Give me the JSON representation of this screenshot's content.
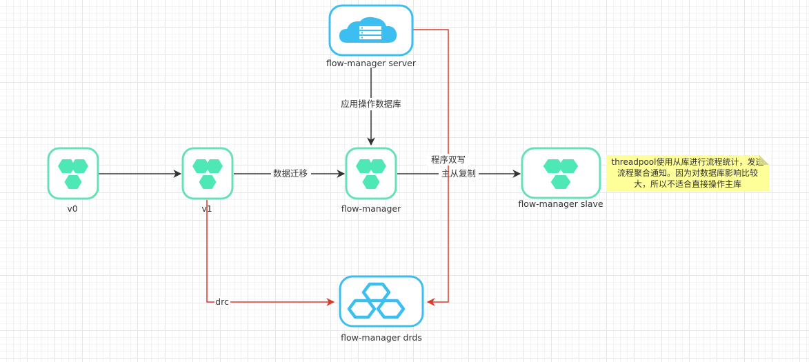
{
  "nodes": {
    "server": {
      "label": "flow-manager server"
    },
    "v0": {
      "label": "v0"
    },
    "v1": {
      "label": "v1"
    },
    "manager": {
      "label": "flow-manager"
    },
    "slave": {
      "label": "flow-manager slave"
    },
    "drds": {
      "label": "flow-manager drds"
    }
  },
  "edges": {
    "server_to_manager": {
      "label": "应用操作数据库"
    },
    "v1_to_manager": {
      "label": "数据迁移"
    },
    "manager_to_slave": {
      "label": "主从复制"
    },
    "v1_to_drds": {
      "label": "drc"
    },
    "server_to_drds": {
      "label": "程序双写"
    }
  },
  "note": {
    "text": "threadpool使用从库进行流程统计，发送流程聚合通知。因为对数据库影响比较大，所以不适合直接操作主库"
  },
  "colors": {
    "green_border": "#67e0b4",
    "green_icon": "#4de8b5",
    "blue_border": "#3dbef0",
    "blue_icon": "#3dbef0",
    "red_edge": "#d93a2b",
    "black_edge": "#333333",
    "note_bg": "#ffff99"
  },
  "icons": {
    "server": "cloud-server-icon",
    "service": "trefoil-hexagon-icon",
    "drds": "hexagon-cluster-icon"
  }
}
